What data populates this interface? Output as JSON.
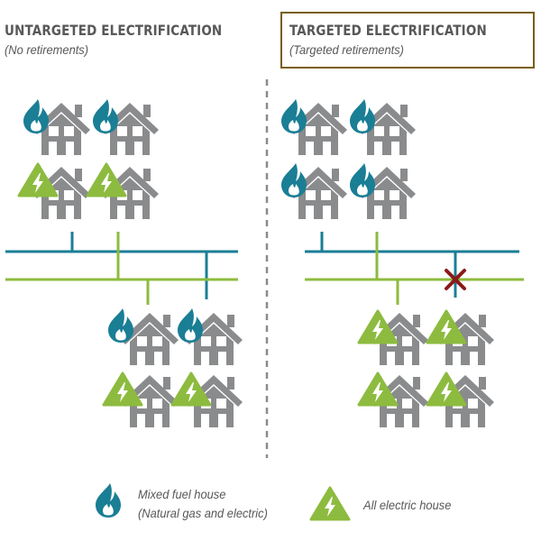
{
  "panels": {
    "left": {
      "title": "UNTARGETED ELECTRIFICATION",
      "subtitle": "(No retirements)"
    },
    "right": {
      "title": "TARGETED ELECTRIFICATION",
      "subtitle": "(Targeted retirements)"
    }
  },
  "legend": {
    "mixed_line1": "Mixed fuel house",
    "mixed_line2": "(Natural gas and electric)",
    "electric": "All electric house"
  },
  "colors": {
    "gas": "#1a7e95",
    "electric": "#8dbb3f",
    "house": "#8a8b8d",
    "retired_mark": "#8b1a1a",
    "text": "#58585a",
    "box_border": "#7a5e16"
  },
  "icons": {
    "house": "house-icon",
    "gas": "flame-icon",
    "electric": "lightning-triangle-icon",
    "retired": "x-mark-icon"
  }
}
